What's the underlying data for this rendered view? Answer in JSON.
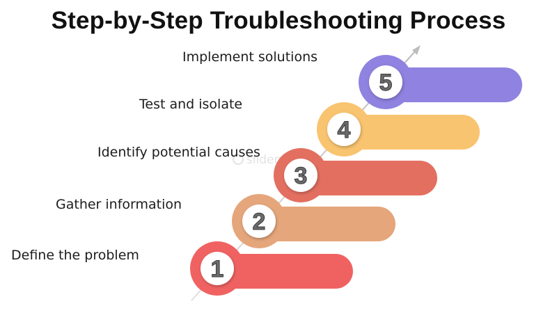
{
  "title": "Step-by-Step Troubleshooting Process",
  "steps": [
    {
      "number": "1",
      "label": "Define the problem",
      "color": "#f06262"
    },
    {
      "number": "2",
      "label": "Gather information",
      "color": "#e5a67b"
    },
    {
      "number": "3",
      "label": "Identify potential causes",
      "color": "#e36f60"
    },
    {
      "number": "4",
      "label": "Test and isolate",
      "color": "#f9c46f"
    },
    {
      "number": "5",
      "label": "Implement solutions",
      "color": "#8f82e0"
    }
  ],
  "watermark": "slidemodel"
}
